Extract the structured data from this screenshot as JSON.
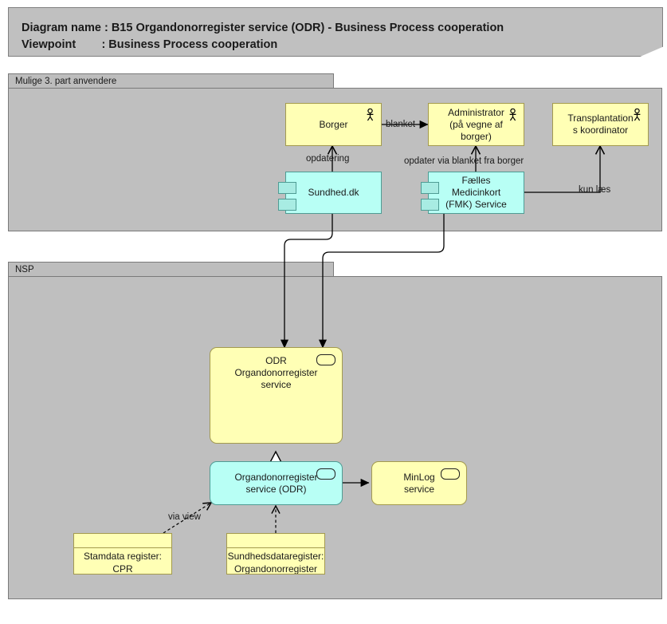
{
  "header": {
    "line1": "Diagram name : B15 Organdonorregister service (ODR) - Business Process cooperation",
    "line2": "Viewpoint        : Business Process cooperation"
  },
  "groups": [
    {
      "id": "third-party",
      "label": "Mulige 3. part anvendere"
    },
    {
      "id": "nsp",
      "label": "NSP"
    }
  ],
  "nodes": {
    "borger": {
      "label": "Borger",
      "type": "business-actor",
      "color": "#ffffb5"
    },
    "administrator": {
      "label": "Administrator\n(på vegne af\nborger)",
      "type": "business-actor",
      "color": "#ffffb5"
    },
    "transplantation": {
      "label": "Transplantation\ns koordinator",
      "type": "business-actor",
      "color": "#ffffb5"
    },
    "sundhed": {
      "label": "Sundhed.dk",
      "type": "application-component",
      "color": "#b8fff5"
    },
    "fmk": {
      "label": "Fælles\nMedicinkort\n(FMK) Service",
      "type": "application-component",
      "color": "#b8fff5"
    },
    "odr_service": {
      "label": "ODR\nOrgandonorregister\nservice",
      "type": "business-service",
      "color": "#ffffb5"
    },
    "odr_app": {
      "label": "Organdonorregister\nservice (ODR)",
      "type": "application-service",
      "color": "#b8fff5"
    },
    "minlog": {
      "label": "MinLog\nservice",
      "type": "business-service",
      "color": "#ffffb5"
    },
    "cpr": {
      "label": "Stamdata register:\nCPR",
      "type": "data-object",
      "color": "#ffffb5"
    },
    "sundhedsdata": {
      "label": "Sundhedsdataregister:\nOrgandonorregister",
      "type": "data-object",
      "color": "#ffffb5"
    }
  },
  "connection_labels": {
    "blanket": "blanket",
    "opdatering": "opdatering",
    "opdater_blanket": "opdater via blanket fra borger",
    "kun_laes": "kun læs",
    "via_view": "via view"
  },
  "colors": {
    "canvas": "#ffffff",
    "group_fill": "#bfbfbf",
    "group_tab": "#bdbdbd",
    "header_fill": "#c0c0c0",
    "yellow": "#ffffb5",
    "blue": "#b8fff5",
    "line": "#000000"
  }
}
